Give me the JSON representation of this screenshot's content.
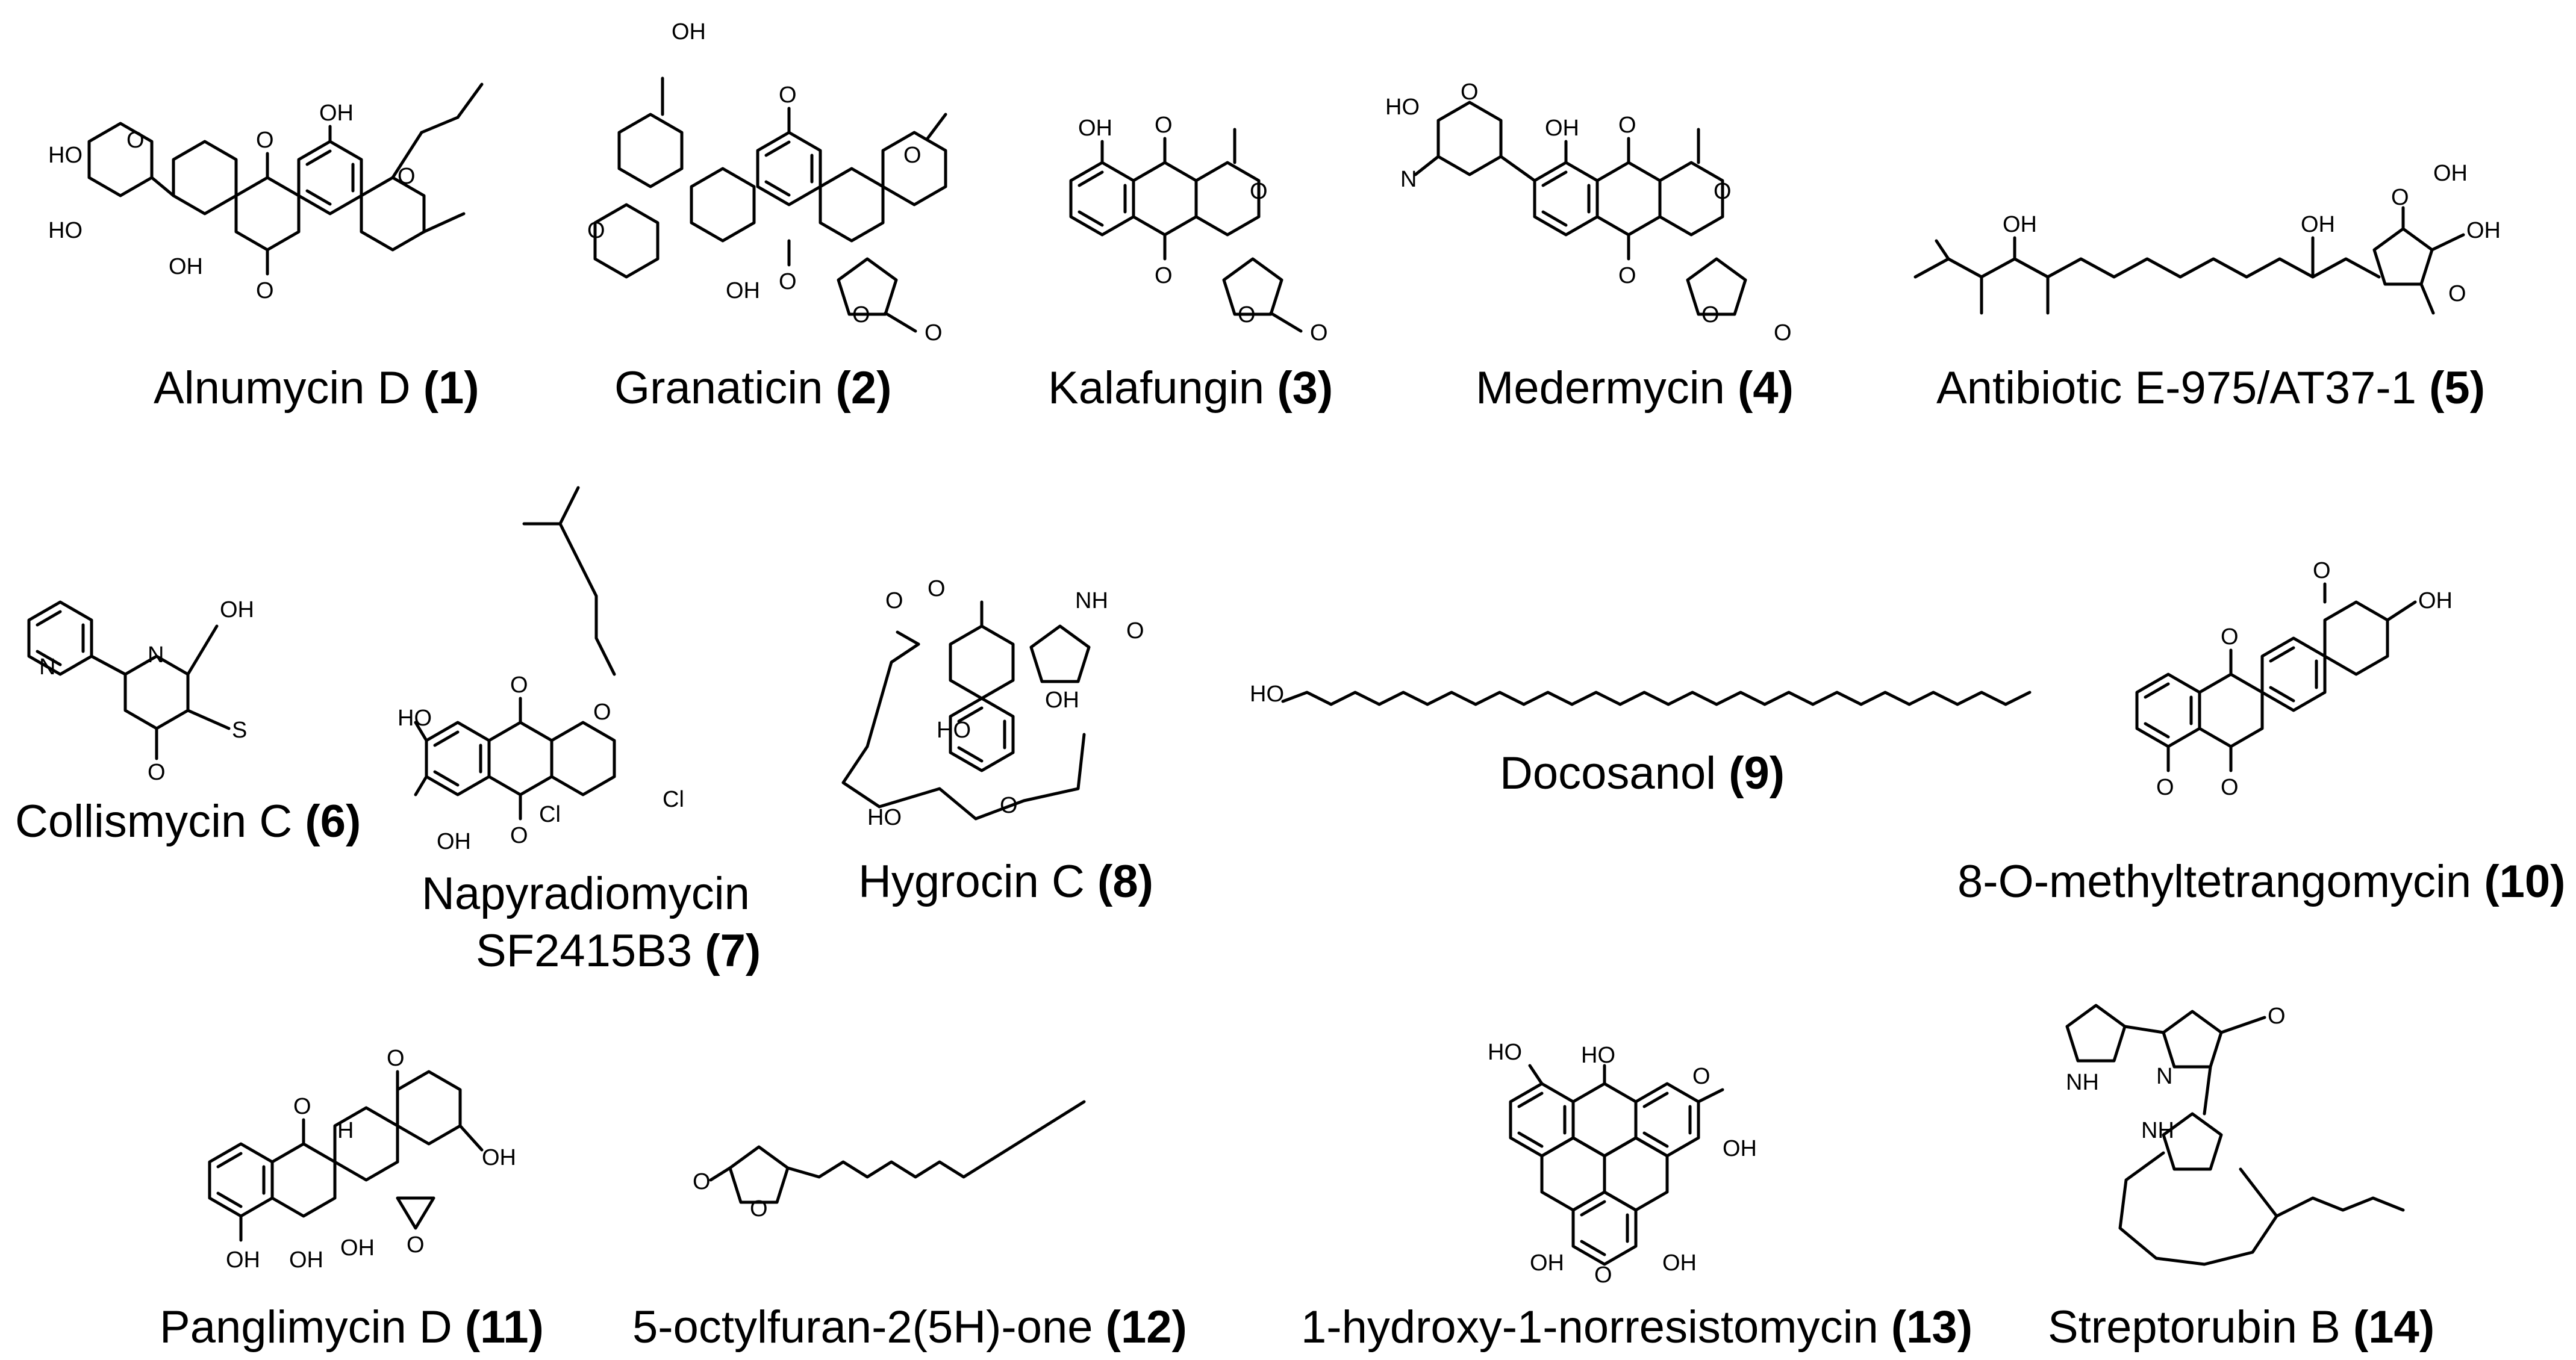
{
  "compounds": [
    {
      "name": "Alnumycin D",
      "number": "(1)"
    },
    {
      "name": "Granaticin",
      "number": "(2)"
    },
    {
      "name": "Kalafungin",
      "number": "(3)"
    },
    {
      "name": "Medermycin",
      "number": "(4)"
    },
    {
      "name": "Antibiotic E-975/AT37-1",
      "number": "(5)"
    },
    {
      "name": "Collismycin C",
      "number": "(6)"
    },
    {
      "name": "Napyradiomycin",
      "name_line2": "SF2415B3",
      "number": "(7)"
    },
    {
      "name": "Hygrocin C",
      "number": "(8)"
    },
    {
      "name": "Docosanol",
      "number": "(9)"
    },
    {
      "name": "8-O-methyltetrangomycin",
      "number": "(10)"
    },
    {
      "name": "Panglimycin D",
      "number": "(11)"
    },
    {
      "name": "5-octylfuran-2(5H)-one",
      "number": "(12)"
    },
    {
      "name": "1-hydroxy-1-norresistomycin",
      "number": "(13)"
    },
    {
      "name": "Streptorubin B",
      "number": "(14)"
    }
  ],
  "atom_labels": {
    "OH": "OH",
    "HO": "HO",
    "O": "O",
    "N": "N",
    "NH": "NH",
    "Cl": "Cl",
    "S": "S",
    "H": "H"
  }
}
